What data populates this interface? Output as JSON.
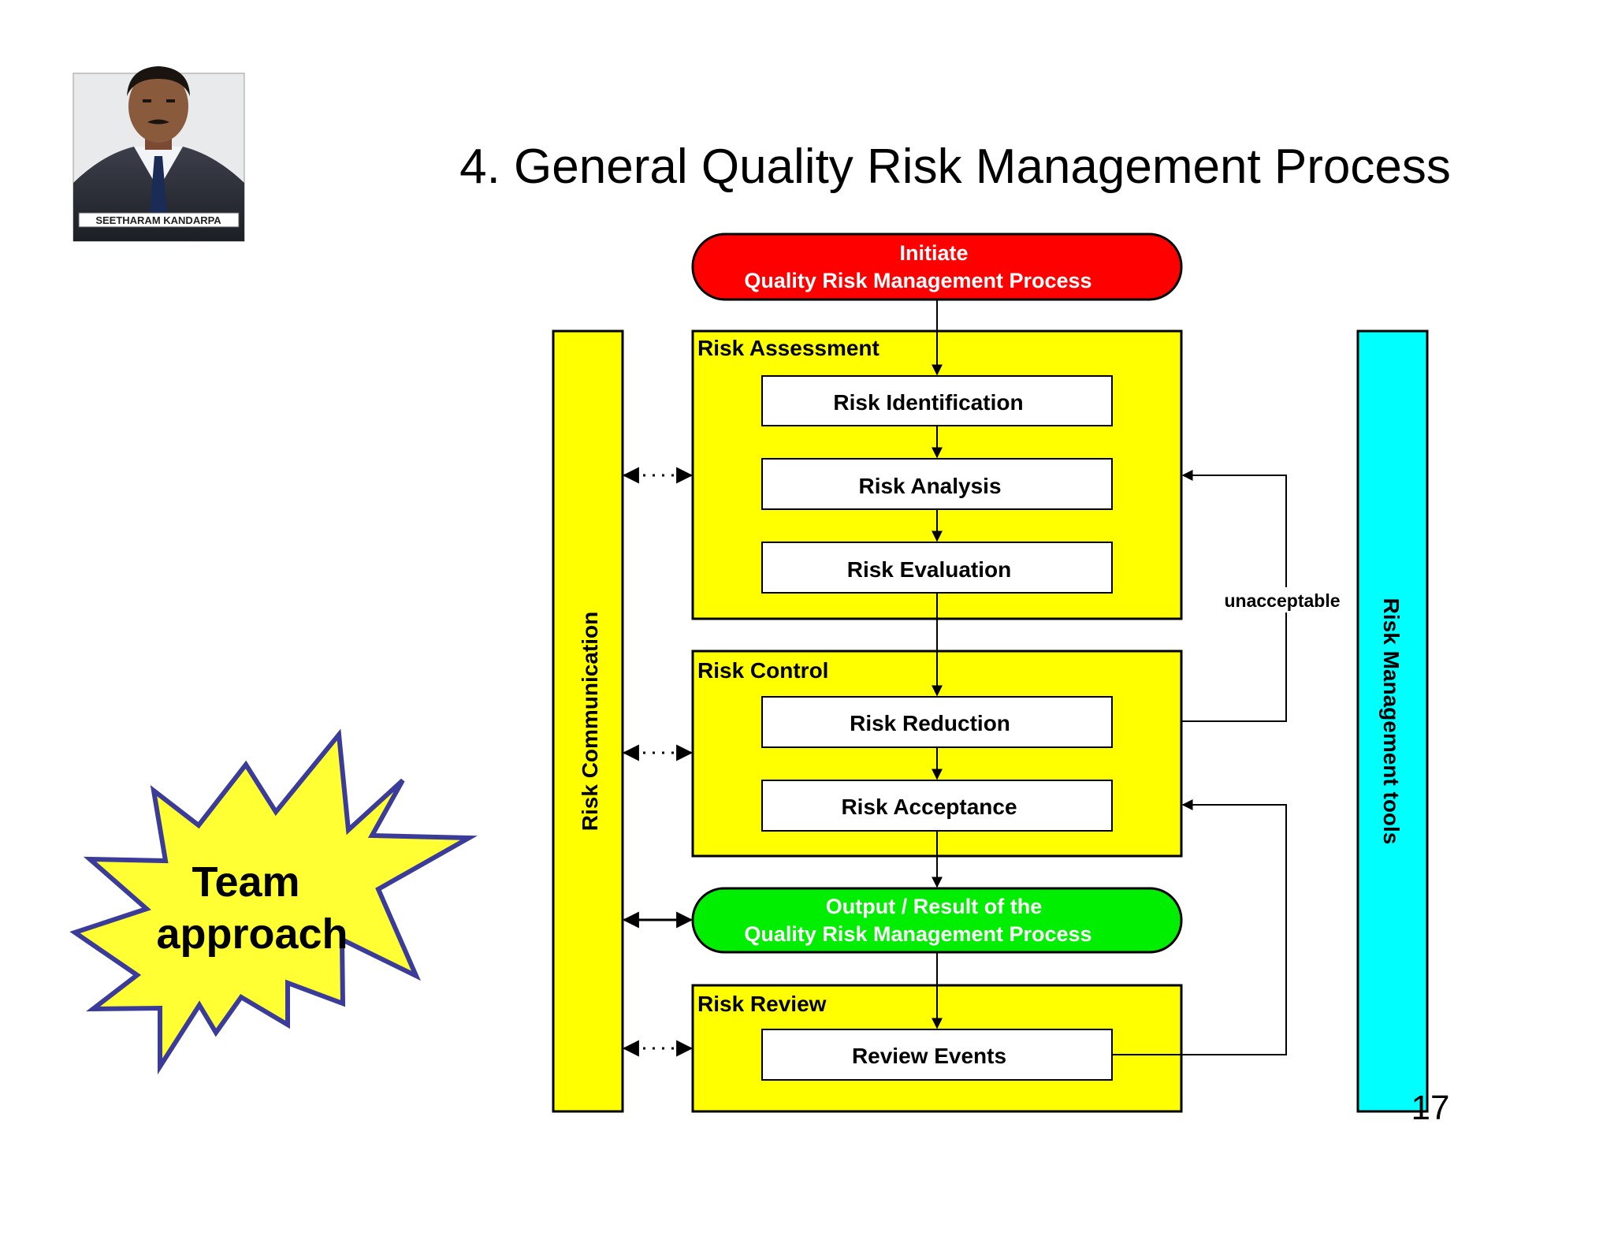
{
  "slide": {
    "title": "4. General Quality Risk Management Process",
    "page_number": "17"
  },
  "photo": {
    "caption": "SEETHARAM KANDARPA"
  },
  "starburst": {
    "line1": "Team",
    "line2": "approach"
  },
  "diagram": {
    "initiate": {
      "line1": "Initiate",
      "line2": "Quality Risk Management Process"
    },
    "risk_assessment": {
      "label": "Risk Assessment",
      "steps": [
        "Risk Identification",
        "Risk Analysis",
        "Risk Evaluation"
      ]
    },
    "risk_control": {
      "label": "Risk Control",
      "steps": [
        "Risk Reduction",
        "Risk Acceptance"
      ]
    },
    "output": {
      "line1": "Output / Result of the",
      "line2": "Quality Risk Management Process"
    },
    "risk_review": {
      "label": "Risk Review",
      "steps": [
        "Review Events"
      ]
    },
    "risk_communication": "Risk Communication",
    "risk_management_tools": "Risk Management tools",
    "unacceptable": "unacceptable"
  },
  "colors": {
    "initiate_fill": "#ff0000",
    "output_fill": "#00ee00",
    "stage_fill": "#ffff00",
    "tools_fill": "#00ffff",
    "starburst_fill": "#ffff33",
    "starburst_stroke": "#3b3b9a"
  }
}
